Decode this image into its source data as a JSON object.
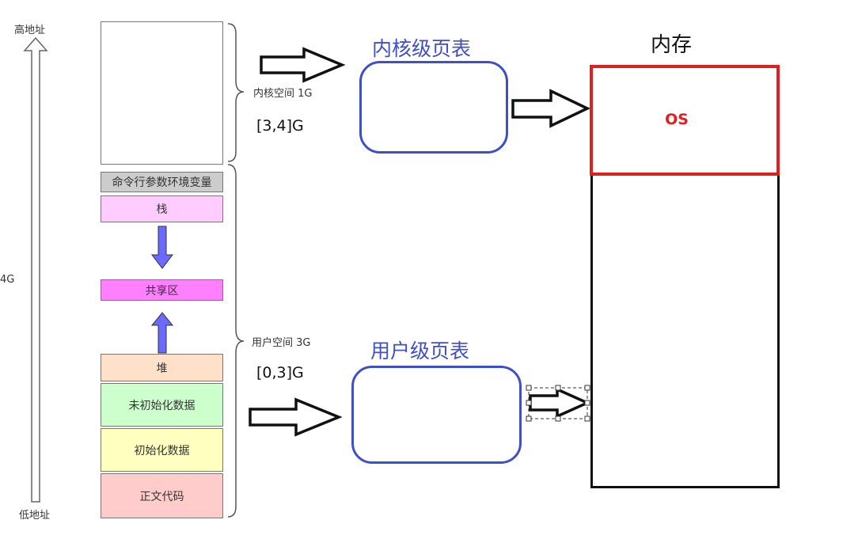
{
  "address_axis": {
    "high_label": "高地址",
    "low_label": "低地址",
    "size_label": "4G"
  },
  "segments": {
    "kernel_space": "",
    "cmdline_env": "命令行参数环境变量",
    "stack": "栈",
    "shared": "共享区",
    "heap": "堆",
    "bss": "未初始化数据",
    "data": "初始化数据",
    "text": "正文代码"
  },
  "braces": {
    "kernel_label": "内核空间 1G",
    "user_label": "用户空间 3G"
  },
  "ranges": {
    "kernel": "[3,4]G",
    "user": "[0,3]G"
  },
  "page_tables": {
    "kernel_title": "内核级页表",
    "user_title": "用户级页表"
  },
  "memory": {
    "title": "内存",
    "os_label": "OS"
  },
  "colors": {
    "page_table_blue": "#3f4fc8",
    "os_red": "#e02020",
    "stack_fill": "#ffccff",
    "shared_fill": "#ff80ff",
    "heap_fill": "#ffe0c8",
    "bss_fill": "#ccffcc",
    "data_fill": "#ffffc0",
    "text_fill": "#ffcccc",
    "cmdline_fill": "#cccccc",
    "growth_arrow": "#6a6aff"
  }
}
